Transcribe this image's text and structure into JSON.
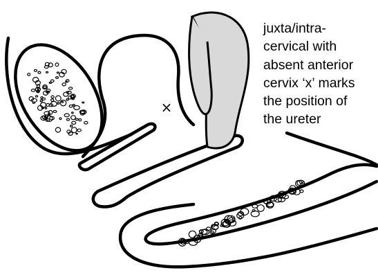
{
  "caption": {
    "lines": [
      "juxta/intra-",
      "cervical with",
      "absent anterior",
      "cervix ‘x’ marks",
      "the position of",
      "the ureter"
    ]
  },
  "marker": {
    "symbol": "×"
  },
  "colors": {
    "stroke": "#000000",
    "cervix_fill": "#d9d9d9",
    "background": "#ffffff"
  }
}
